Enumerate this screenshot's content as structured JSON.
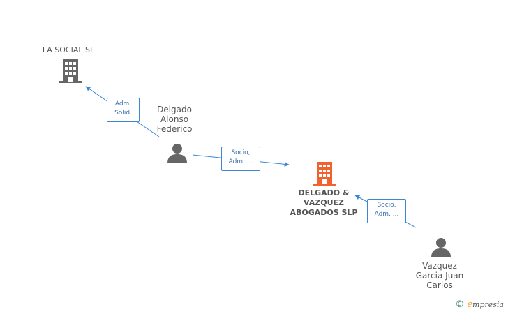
{
  "nodes": {
    "la_social": {
      "label": "LA SOCIAL SL",
      "type": "company",
      "color": "#666666"
    },
    "delgado_alonso": {
      "label": "Delgado\nAlonso\nFederico",
      "type": "person",
      "color": "#666666"
    },
    "delgado_vazquez": {
      "label": "DELGADO &\nVAZQUEZ\nABOGADOS SLP",
      "type": "company",
      "color": "#f0622e"
    },
    "vazquez_garcia": {
      "label": "Vazquez\nGarcia Juan\nCarlos",
      "type": "person",
      "color": "#666666"
    }
  },
  "edges": {
    "adm_solid": {
      "line1": "Adm.",
      "line2": "Solid."
    },
    "socio_adm_1": {
      "line1": "Socio,",
      "line2": "Adm. ..."
    },
    "socio_adm_2": {
      "line1": "Socio,",
      "line2": "Adm. ..."
    }
  },
  "colors": {
    "edge": "#3b87d4"
  },
  "footer": {
    "copyright": "©",
    "brand_e": "e",
    "brand_rest": "mpresia"
  }
}
